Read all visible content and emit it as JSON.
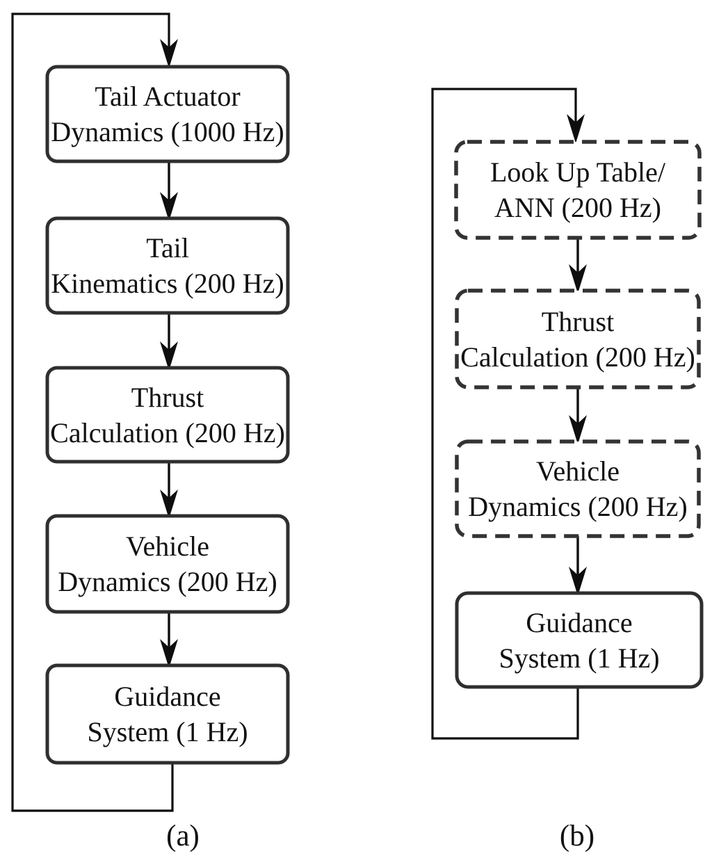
{
  "figure": {
    "panels": [
      {
        "id": "a",
        "caption": "(a)",
        "boxes": [
          {
            "line1": "Tail Actuator",
            "line2": "Dynamics (1000 Hz)",
            "border": "solid"
          },
          {
            "line1": "Tail",
            "line2": "Kinematics (200 Hz)",
            "border": "solid"
          },
          {
            "line1": "Thrust",
            "line2": "Calculation (200 Hz)",
            "border": "solid"
          },
          {
            "line1": "Vehicle",
            "line2": "Dynamics (200 Hz)",
            "border": "solid"
          },
          {
            "line1": "Guidance",
            "line2": "System (1 Hz)",
            "border": "solid"
          }
        ]
      },
      {
        "id": "b",
        "caption": "(b)",
        "boxes": [
          {
            "line1": "Look Up Table/",
            "line2": "ANN (200 Hz)",
            "border": "dashed"
          },
          {
            "line1": "Thrust",
            "line2": "Calculation (200 Hz)",
            "border": "dashed"
          },
          {
            "line1": "Vehicle",
            "line2": "Dynamics (200 Hz)",
            "border": "dashed"
          },
          {
            "line1": "Guidance",
            "line2": "System (1 Hz)",
            "border": "solid"
          }
        ]
      }
    ]
  },
  "colors": {
    "background": "#ffffff",
    "box_border": "#2f2f2f",
    "dashed_border": "#333333",
    "line": "#0e0e0e",
    "text": "#111111"
  }
}
